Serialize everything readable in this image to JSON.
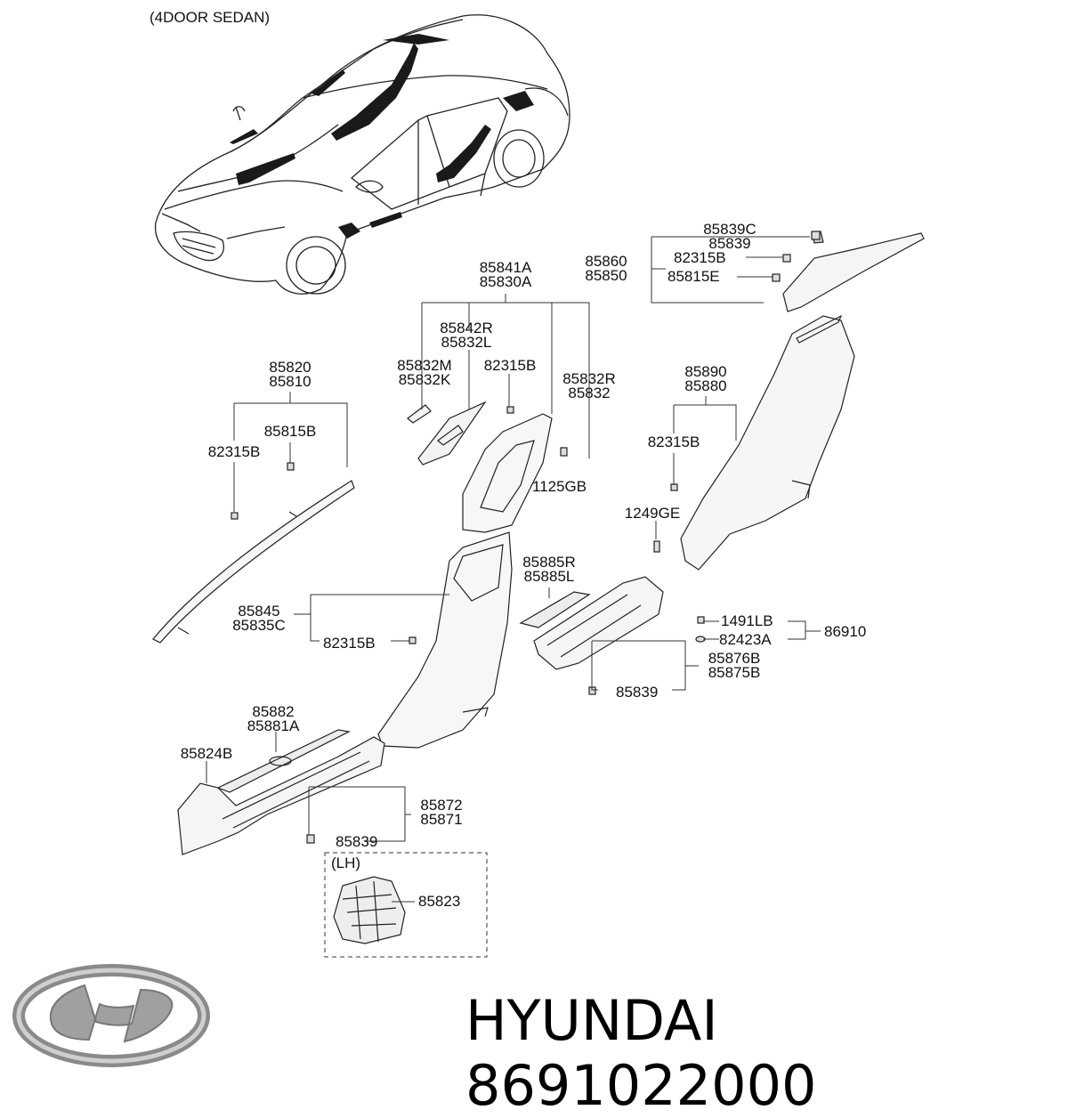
{
  "header": {
    "variant": "(4DOOR SEDAN)"
  },
  "labels": {
    "p85839c": "85839C",
    "p85839": "85839",
    "p85860": "85860",
    "p85850": "85850",
    "p82315b_top": "82315B",
    "p85815e": "85815E",
    "p85841a": "85841A",
    "p85830a": "85830A",
    "p85842r": "85842R",
    "p85832l": "85832L",
    "p85832m": "85832M",
    "p85832k": "85832K",
    "p82315b_mid": "82315B",
    "p85832r": "85832R",
    "p85832": "85832",
    "p1125gb": "1125GB",
    "p85820": "85820",
    "p85810": "85810",
    "p85815b": "85815B",
    "p82315b_left": "82315B",
    "p85890": "85890",
    "p85880": "85880",
    "p82315b_right": "82315B",
    "p1249ge": "1249GE",
    "p85885r": "85885R",
    "p85885l": "85885L",
    "p85845": "85845",
    "p85835c": "85835C",
    "p82315b_low": "82315B",
    "p1491lb": "1491LB",
    "p82423a": "82423A",
    "p86910": "86910",
    "p85876b": "85876B",
    "p85875b": "85875B",
    "p85839_mid": "85839",
    "p85882": "85882",
    "p85881a": "85881A",
    "p85824b": "85824B",
    "p85872": "85872",
    "p85871": "85871",
    "p85839_low": "85839",
    "lh": "(LH)",
    "p85823": "85823"
  },
  "brand": {
    "text": "HYUNDAI 8691022000",
    "logo_name": "hyundai-logo"
  }
}
